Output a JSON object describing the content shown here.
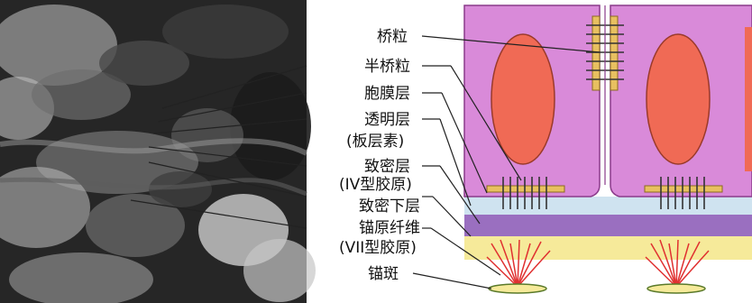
{
  "figure": {
    "labels": {
      "hemidesmosome_bridge": "桥粒",
      "half_desmosome": "半桥粒",
      "plasma_membrane": "胞膜层",
      "lamina_lucida": "透明层",
      "lamina_lucida_sub": "(板层素)",
      "lamina_densa": "致密层",
      "lamina_densa_sub": "(IV型胶原)",
      "sub_lamina_densa": "致密下层",
      "anchoring_fibrils": "锚原纤维",
      "anchoring_fibrils_sub": "(VII型胶原)",
      "anchoring_plaque": "锚斑"
    },
    "colors": {
      "cell_cytoplasm": "#d98ad9",
      "cell_border": "#8a3a8a",
      "nucleus": "#f06a55",
      "desmosome": "#e8c060",
      "tonofilament": "#333333",
      "lamina_lucida": "#cfe3f0",
      "lamina_densa": "#9a6fc0",
      "dermis_zone": "#f6ea9a",
      "anchoring_fibril": "#e03030",
      "leader_line": "#222222"
    }
  }
}
